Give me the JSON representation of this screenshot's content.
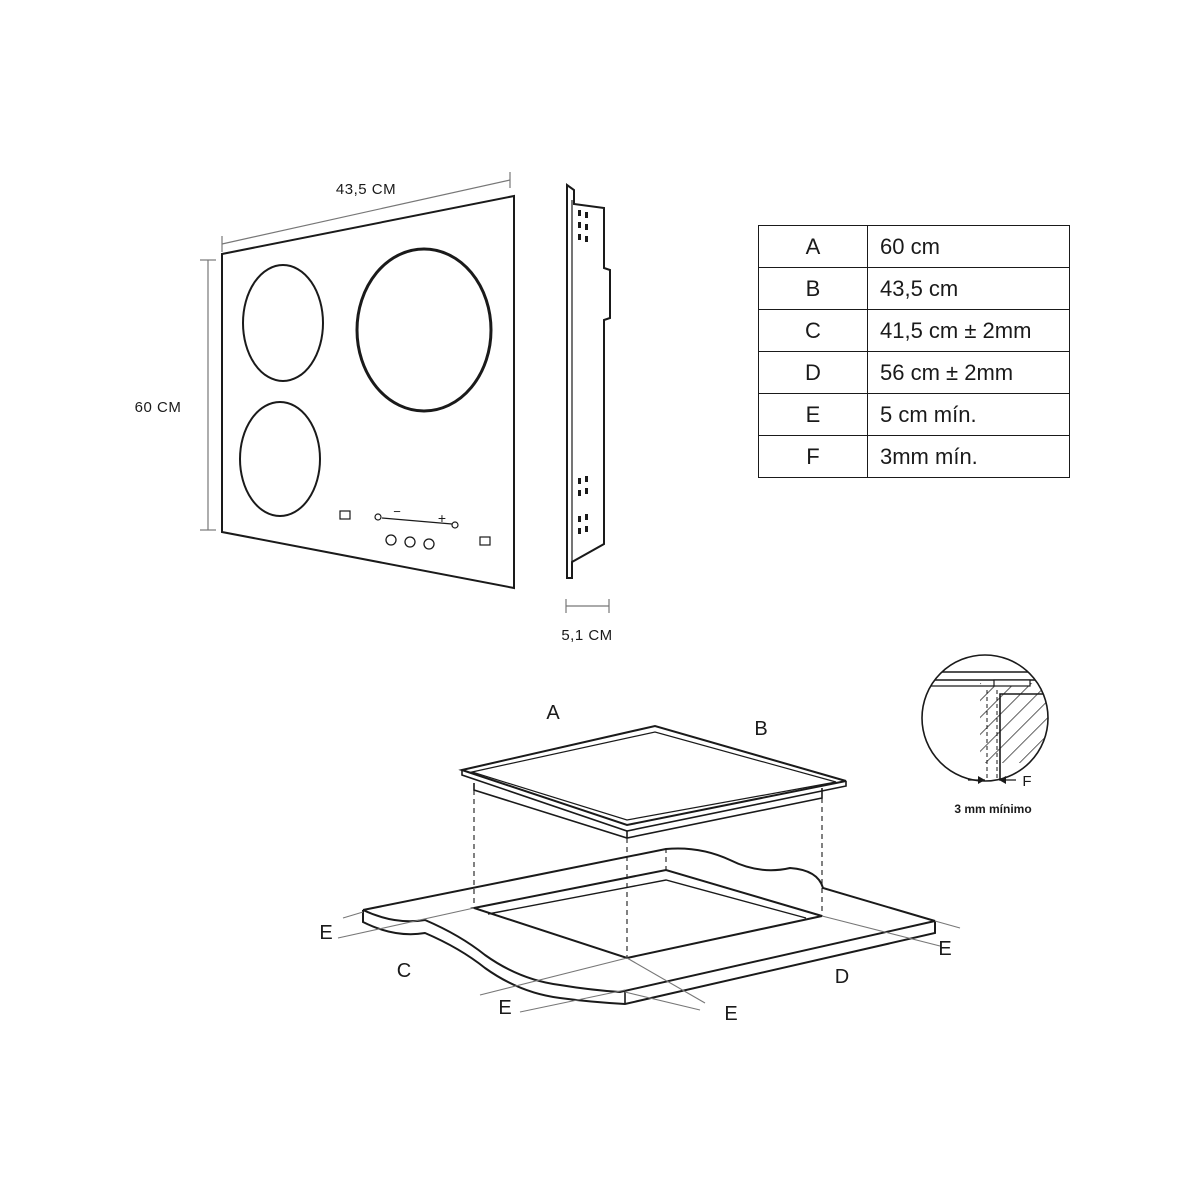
{
  "top_view": {
    "width_label": "43,5 CM",
    "height_label": "60 CM",
    "control_minus": "−",
    "control_plus": "+"
  },
  "side_view": {
    "depth_label": "5,1 CM"
  },
  "spec_table": {
    "rows": [
      {
        "key": "A",
        "value": "60 cm"
      },
      {
        "key": "B",
        "value": "43,5 cm"
      },
      {
        "key": "C",
        "value": "41,5 cm ± 2mm"
      },
      {
        "key": "D",
        "value": "56 cm ± 2mm"
      },
      {
        "key": "E",
        "value": "5 cm mín."
      },
      {
        "key": "F",
        "value": "3mm mín."
      }
    ]
  },
  "detail": {
    "gap_label": "F",
    "caption": "3 mm mínimo"
  },
  "installation": {
    "label_a": "A",
    "label_b": "B",
    "label_c": "C",
    "label_d": "D",
    "label_e_left": "E",
    "label_e_right": "E",
    "label_e_bottom_left": "E",
    "label_e_bottom_right": "E"
  }
}
